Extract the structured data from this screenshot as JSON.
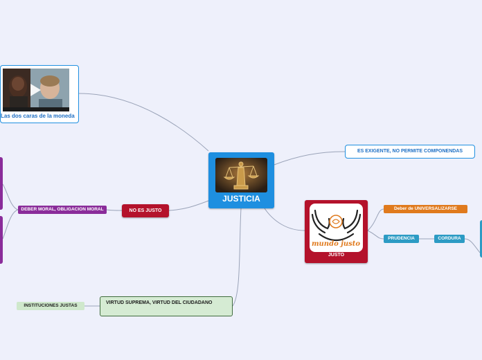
{
  "central": {
    "label": "JUSTICIA",
    "image": "scales-of-justice-statue"
  },
  "video": {
    "label": "Las dos caras de la moneda",
    "image": "video-thumbnail-two-children",
    "play": "play-icon"
  },
  "exigente": {
    "label": "ES EXIGENTE, NO PERMITE COMPONENDAS"
  },
  "no_es_justo": {
    "label": "NO ES JUSTO"
  },
  "deber_moral": {
    "label": "DEBER MORAL, OBLIGACION MORAL"
  },
  "virtud": {
    "label": "VIRTUD SUPREMA, VIRTUD DEL CIUDADANO"
  },
  "instituciones": {
    "label": "INSTITUCIONES JUSTAS"
  },
  "justo": {
    "label": "JUSTO",
    "image_caption": "mundo justo"
  },
  "universalizarse": {
    "label": "Deber de UNIVERSALIZARSE"
  },
  "prudencia": {
    "label": "PRUDENCIA"
  },
  "cordura": {
    "label": "CORDURA"
  },
  "colors": {
    "background": "#eef0fb",
    "central": "#1e8fe0",
    "red": "#b4122b",
    "purple": "#8a2c9a",
    "green": "#d5ebd3",
    "orange": "#e07a1d",
    "teal": "#2c9bc4"
  }
}
